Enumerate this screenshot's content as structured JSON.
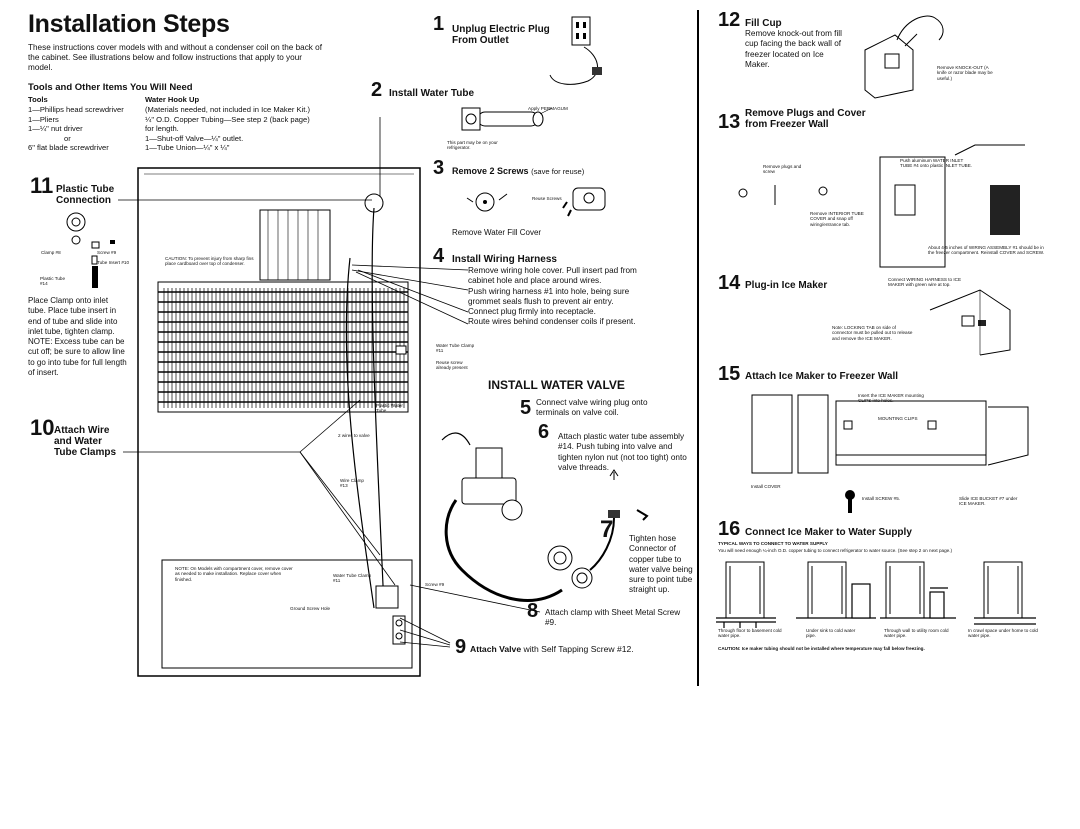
{
  "title": "Installation Steps",
  "intro": "These instructions cover models with and without a condenser coil on the back of the cabinet. See illustrations below and follow instructions that apply to your model.",
  "tools_section": {
    "heading": "Tools and Other Items You Will Need",
    "tools_col_heading": "Tools",
    "water_col_heading": "Water Hook Up",
    "tools_lines": [
      "1—Phillips head screwdriver",
      "1—Pliers",
      "1—¼\" nut driver",
      "or",
      "6\" flat blade screwdriver"
    ],
    "water_lines": [
      "(Materials needed, not included in Ice Maker Kit.)",
      "¼\" O.D. Copper Tubing—See step 2 (back page)",
      "for length.",
      "1—Shut-off Valve—¼\" outlet.",
      "1—Tube Union—¼\" x ¼\""
    ]
  },
  "steps": {
    "s1": {
      "num": "1",
      "title": "Unplug Electric Plug",
      "title2": "From Outlet"
    },
    "s2": {
      "num": "2",
      "title": "Install Water Tube",
      "apply": "Apply PERMAGUM",
      "part_note": "This part may be on your refrigerator."
    },
    "s3": {
      "num": "3",
      "title": "Remove 2 Screws",
      "title_suffix": "(save for reuse)",
      "reuse": "Reuse Screws",
      "cover": "Remove Water Fill Cover"
    },
    "s4": {
      "num": "4",
      "title": "Install Wiring Harness",
      "lines": [
        "Remove wiring hole cover. Pull insert pad from cabinet hole and place around wires.",
        "Push wiring harness #1 into hole, being sure grommet seals flush to prevent air entry.",
        "Connect plug firmly into receptacle.",
        "Route wires behind condenser coils if present."
      ]
    },
    "valve_heading": "INSTALL WATER VALVE",
    "s5": {
      "num": "5",
      "text": "Connect valve wiring plug onto terminals on valve coil."
    },
    "s6": {
      "num": "6",
      "text": "Attach plastic water tube assembly #14. Push tubing into valve and tighten nylon nut (not too tight) onto valve threads."
    },
    "s7": {
      "num": "7",
      "text": "Tighten hose Connector of copper tube to water valve being sure to point tube straight up."
    },
    "s8": {
      "num": "8",
      "text": "Attach clamp with Sheet Metal Screw #9."
    },
    "s9": {
      "num": "9",
      "title": "Attach Valve",
      "suffix": "with Self Tapping Screw #12."
    },
    "s10": {
      "num": "10",
      "title": "Attach Wire",
      "title2": "and Water",
      "title3": "Tube Clamps"
    },
    "s11": {
      "num": "11",
      "title": "Plastic Tube",
      "title2": "Connection",
      "clamp": "Clamp #8",
      "screw": "Screw #9",
      "tube_insert": "Tube Insert #10",
      "plastic_tube": "Plastic Tube #14",
      "text": "Place Clamp onto inlet tube. Place tube insert in end of tube and slide into inlet tube, tighten clamp. NOTE: Excess tube can be cut off; be sure to allow line to go into tube for full length of insert."
    },
    "s12": {
      "num": "12",
      "title": "Fill Cup",
      "text": "Remove knock-out from fill cup facing the back wall of freezer located on Ice Maker.",
      "knockout": "Remove KNOCK-OUT (A knife or razor blade may be useful.)"
    },
    "s13": {
      "num": "13",
      "title": "Remove Plugs and Cover",
      "title2": "from Freezer Wall",
      "plugs": "Remove plugs and screw",
      "interior": "Remove INTERIOR TUBE COVER and snap off wiring/entrance tab.",
      "push": "Push aluminum WATER INLET TUBE #4 onto plastic INLET TUBE.",
      "about": "About 4-5 inches of WIRING ASSEMBLY #1 should be in the freezer compartment. Reinstall COVER and SCREW."
    },
    "s14": {
      "num": "14",
      "title": "Plug-in Ice Maker",
      "connect": "Connect WIRING HARNESS to ICE MAKER with green wire at top.",
      "note": "Note: LOCKING TAB on side of connector must be pulled out to release and remove the ICE MAKER."
    },
    "s15": {
      "num": "15",
      "title": "Attach Ice Maker to Freezer Wall",
      "insert": "Insert the ICE MAKER mounting CLIPS into holes.",
      "clips": "MOUNTING CLIPS",
      "cover": "Install COVER",
      "screw": "Install SCREW #5.",
      "bucket": "Slide ICE BUCKET #7 under ICE MAKER."
    },
    "s16": {
      "num": "16",
      "title": "Connect Ice Maker to Water Supply",
      "typical": "TYPICAL WAYS TO CONNECT TO WATER SUPPLY",
      "need": "You will need enough ¼-inch O.D. copper tubing to connect refrigerator to water source. (See step 2 on next page.)",
      "ways": [
        "Through floor to basement cold water pipe.",
        "Under sink to cold water pipe.",
        "Through wall to utility room cold water pipe.",
        "In crawl space under home to cold water pipe."
      ],
      "caution": "CAUTION: Ice maker tubing should not be installed where temperature may fall below freezing."
    }
  },
  "diagram_labels": {
    "caution": "CAUTION: To prevent injury from sharp fins place cardboard over top of condenser.",
    "water_tube_clamp": "Water Tube Clamp #11",
    "reuse_screw": "Reuse screw already present",
    "plastic_water_tube": "Plastic Water Tube",
    "two_wires": "2 wires to valve",
    "wire_clamp": "Wire Clamp #13",
    "note_models": "NOTE: On Models with compartment cover, remove cover as needed to make installation. Replace cover when finished.",
    "water_tube_clamp2": "Water Tube Clamp #11",
    "screw9": "Screw #9",
    "ground_screw": "Ground Screw Hole"
  }
}
